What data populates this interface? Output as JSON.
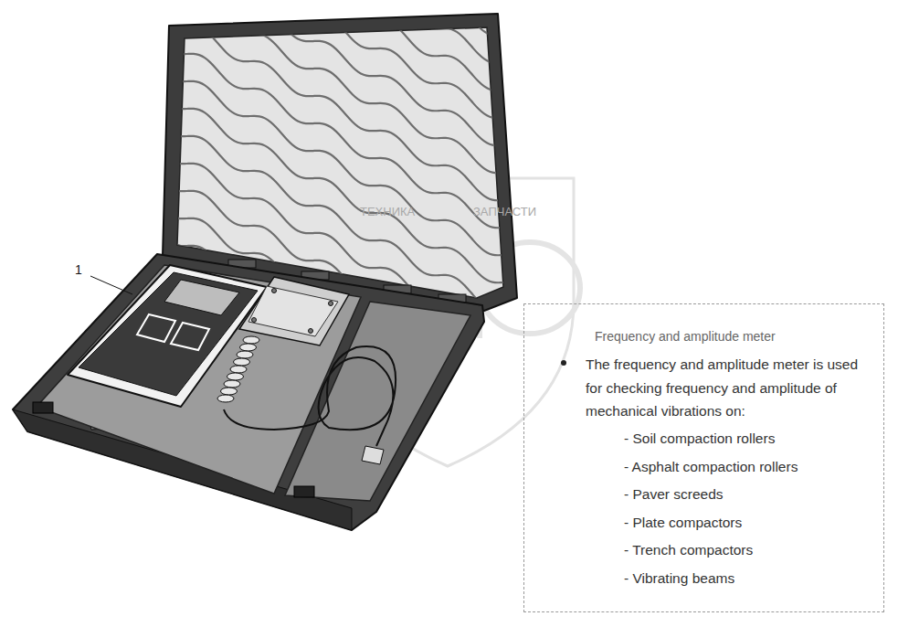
{
  "diagram": {
    "nodes": [
      {
        "text": [
          "Frequency and amplitude meter",
          "The frequency and amplitude meter is used for checking frequency and amplitude of mechanical vibrations on:",
          "- Soil compaction rollers",
          "- Asphalt compaction rollers",
          "- Paver screeds",
          "- Plate compactors",
          "- Trench compactors",
          "- Vibrating beams"
        ]
      }
    ],
    "labels": [
      "1",
      "ТЕХНИКА",
      "ЗАПЧАСТИ"
    ]
  }
}
